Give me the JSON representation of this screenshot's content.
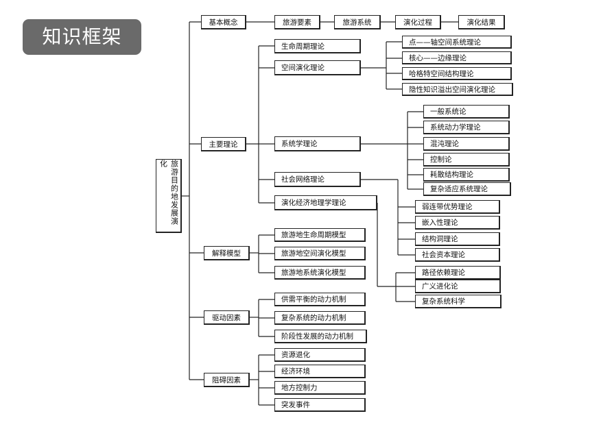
{
  "header": {
    "title": "知识框架"
  },
  "root": "旅游目的地发展演化",
  "basic": {
    "label": "基本概念",
    "items": [
      "旅游要素",
      "旅游系统",
      "演化过程",
      "演化结果"
    ]
  },
  "theory": {
    "label": "主要理论",
    "lifecycle": "生命周期理论",
    "spatial": {
      "label": "空间演化理论",
      "items": [
        "点——轴空间系统理论",
        "核心——边缘理论",
        "哈格特空间结构理论",
        "隐性知识溢出空间演化理论"
      ]
    },
    "system": {
      "label": "系统学理论",
      "items": [
        "一般系统论",
        "系统动力学理论",
        "混沌理论",
        "控制论",
        "耗散结构理论",
        "复杂适应系统理论"
      ]
    },
    "social": {
      "label": "社会网络理论",
      "items": [
        "弱连带优势理论",
        "嵌入性理论",
        "结构洞理论",
        "社会资本理论"
      ]
    },
    "econ": {
      "label": "演化经济地理学理论",
      "items": [
        "路径依赖理论",
        "广义进化论",
        "复杂系统科学"
      ]
    }
  },
  "models": {
    "label": "解释模型",
    "items": [
      "旅游地生命周期模型",
      "旅游地空间演化模型",
      "旅游地系统演化模型"
    ]
  },
  "drivers": {
    "label": "驱动因素",
    "items": [
      "供需平衡的动力机制",
      "复杂系统的动力机制",
      "阶段性发展的动力机制"
    ]
  },
  "obstacles": {
    "label": "阻碍因素",
    "items": [
      "资源退化",
      "经济环境",
      "地方控制力",
      "突发事件"
    ]
  }
}
